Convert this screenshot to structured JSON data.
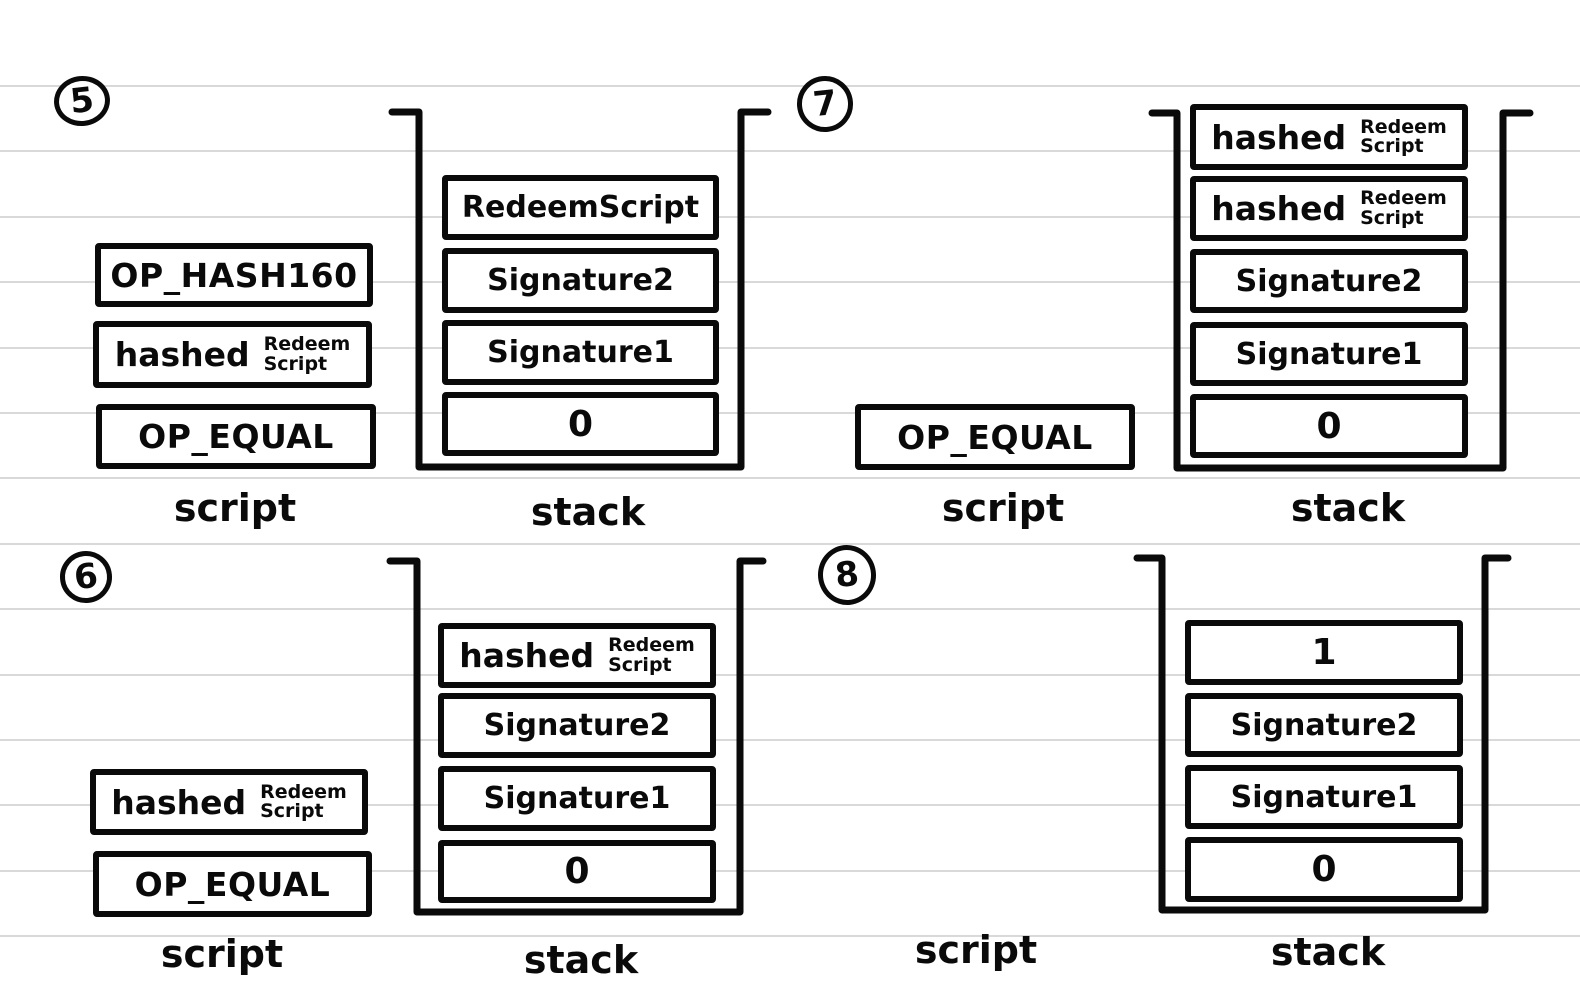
{
  "paper": {
    "background": "#ffffff",
    "rule_color": "#d9d9d9",
    "ink_color": "#0a0a0a"
  },
  "labels": {
    "script": "script",
    "stack": "stack"
  },
  "panels": [
    {
      "number": "5",
      "script": [
        {
          "label": "OP_HASH160"
        },
        {
          "main": "hashed",
          "side_top": "Redeem",
          "side_bottom": "Script"
        },
        {
          "label": "OP_EQUAL"
        }
      ],
      "stack": [
        {
          "label": "RedeemScript"
        },
        {
          "label": "Signature2"
        },
        {
          "label": "Signature1"
        },
        {
          "label": "0"
        }
      ]
    },
    {
      "number": "6",
      "script": [
        {
          "main": "hashed",
          "side_top": "Redeem",
          "side_bottom": "Script"
        },
        {
          "label": "OP_EQUAL"
        }
      ],
      "stack": [
        {
          "main": "hashed",
          "side_top": "Redeem",
          "side_bottom": "Script"
        },
        {
          "label": "Signature2"
        },
        {
          "label": "Signature1"
        },
        {
          "label": "0"
        }
      ]
    },
    {
      "number": "7",
      "script": [
        {
          "label": "OP_EQUAL"
        }
      ],
      "stack": [
        {
          "main": "hashed",
          "side_top": "Redeem",
          "side_bottom": "Script"
        },
        {
          "main": "hashed",
          "side_top": "Redeem",
          "side_bottom": "Script"
        },
        {
          "label": "Signature2"
        },
        {
          "label": "Signature1"
        },
        {
          "label": "0"
        }
      ]
    },
    {
      "number": "8",
      "script": [],
      "stack": [
        {
          "label": "1"
        },
        {
          "label": "Signature2"
        },
        {
          "label": "Signature1"
        },
        {
          "label": "0"
        }
      ]
    }
  ]
}
